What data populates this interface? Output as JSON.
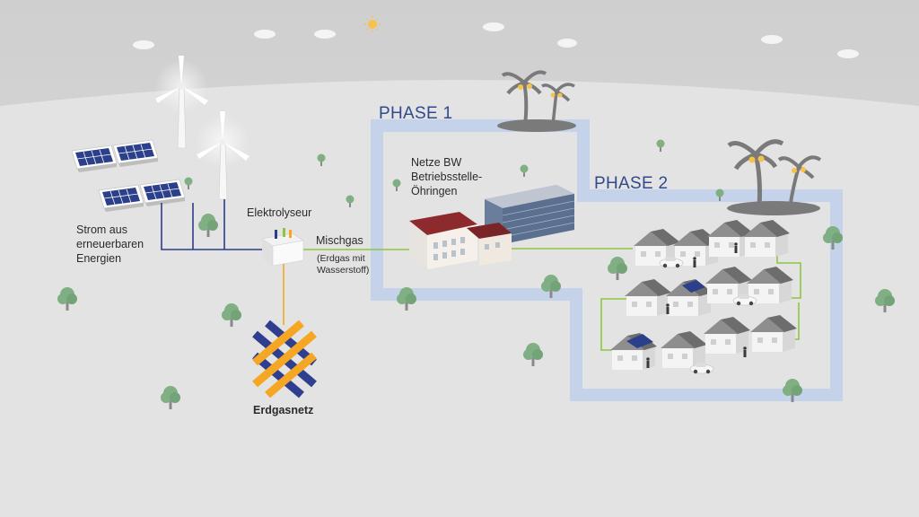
{
  "labels": {
    "phase1": "PHASE 1",
    "phase2": "PHASE 2",
    "renewables": [
      "Strom aus",
      "erneuerbaren",
      "Energien"
    ],
    "electrolyser": "Elektrolyseur",
    "mixed_gas": "Mischgas",
    "mixed_gas_note": [
      "(Erdgas mit",
      "Wasserstoff)"
    ],
    "netze_bw": [
      "Netze BW",
      "Betriebsstelle-",
      "Öhringen"
    ],
    "gas_grid": "Erdgasnetz"
  },
  "colors": {
    "sky": "#d9d9d9",
    "ground": "#e2e2e2",
    "phase_area": "#c9d6ea",
    "phase_text": "#2f4a8e",
    "power_line": "#2c3e8a",
    "gas_line_mixed": "#8dc63f",
    "gas_line_grid": "#f5a623",
    "tree": "#7faf83",
    "logo_blue": "#2f3f8f",
    "logo_yellow": "#f5a623"
  },
  "icons": [
    "sun-icon",
    "wind-turbine-icon",
    "solar-panel-icon",
    "electrolyser-icon",
    "office-building-icon",
    "house-icon",
    "car-icon",
    "palm-island-icon",
    "tree-icon",
    "erdgasnetz-logo-icon"
  ]
}
